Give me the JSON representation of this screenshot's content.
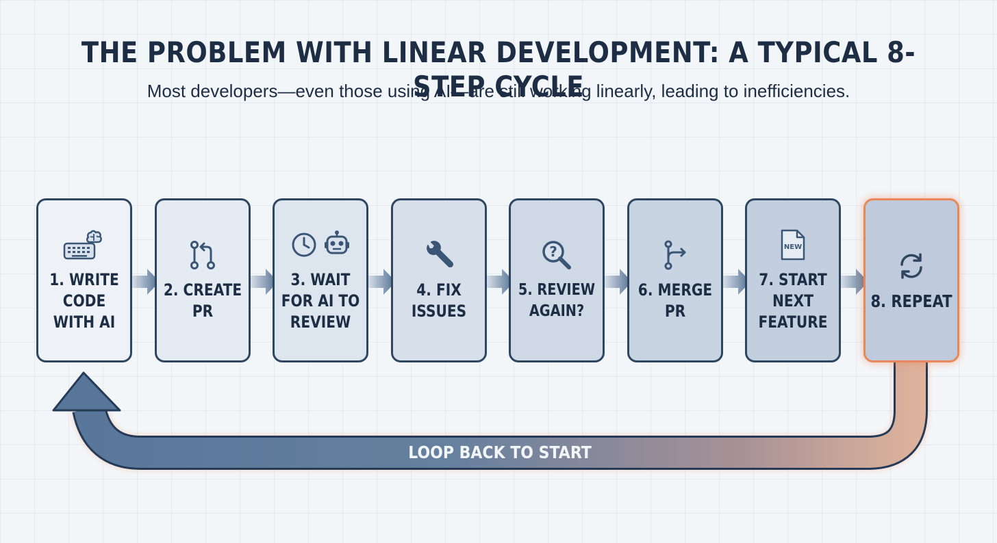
{
  "title": "THE PROBLEM WITH LINEAR DEVELOPMENT: A TYPICAL 8-STEP CYCLE",
  "subtitle": "Most developers—even those using AI—are still working linearly, leading to inefficiencies.",
  "steps": [
    {
      "label": "1. WRITE\nCODE\nWITH AI",
      "icon": "keyboard-brain-icon"
    },
    {
      "label": "2. CREATE\nPR",
      "icon": "pull-request-icon"
    },
    {
      "label": "3. WAIT\nFOR AI TO\nREVIEW",
      "icon": "clock-robot-icon"
    },
    {
      "label": "4. FIX\nISSUES",
      "icon": "wrench-icon"
    },
    {
      "label": "5. REVIEW\nAGAIN?",
      "icon": "magnifier-question-icon"
    },
    {
      "label": "6. MERGE\nPR",
      "icon": "merge-icon"
    },
    {
      "label": "7. START\nNEXT\nFEATURE",
      "icon": "new-document-icon",
      "icon_text": "NEW"
    },
    {
      "label": "8. REPEAT",
      "icon": "refresh-icon"
    }
  ],
  "loop_label": "LOOP BACK TO START",
  "colors": {
    "text": "#1c2d44",
    "border": "#2f4660",
    "arrow": "#5a7699",
    "highlight": "#e8885a",
    "background": "#f3f6f9"
  }
}
